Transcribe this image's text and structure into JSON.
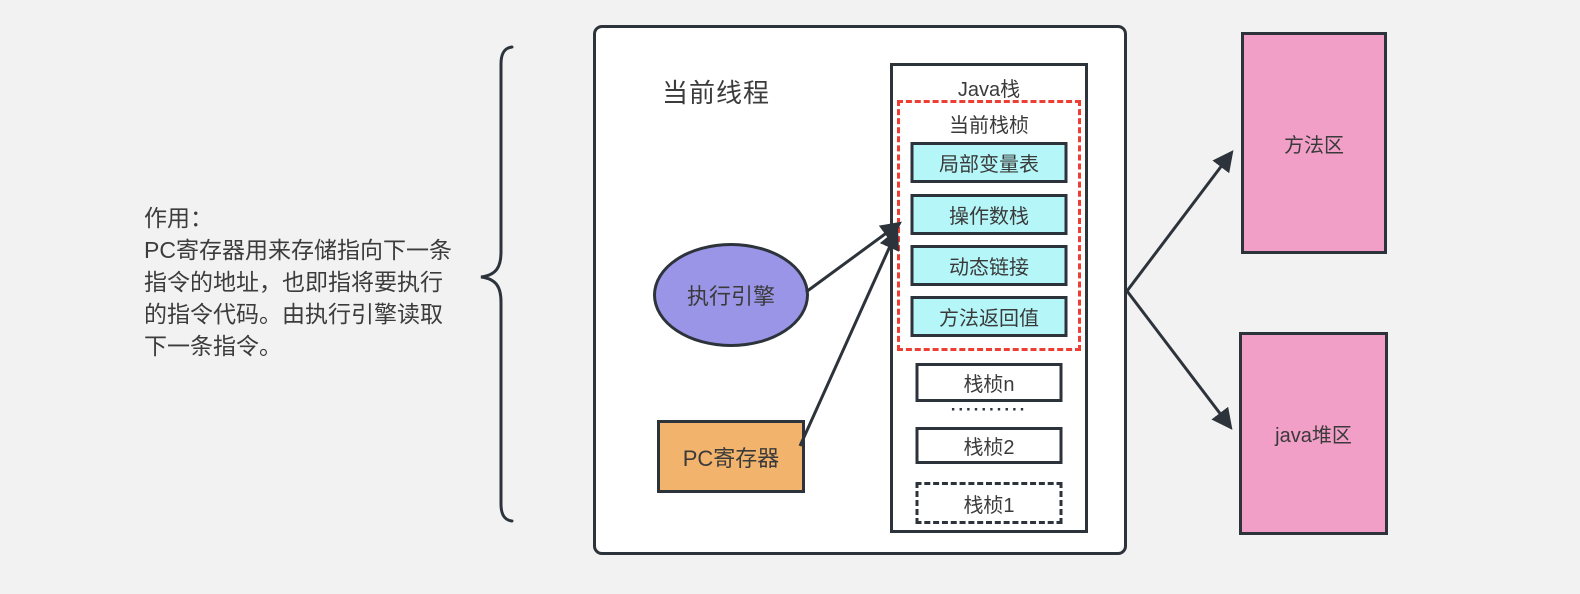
{
  "annotation": {
    "lines": [
      "作用：",
      "PC寄存器用来存储指向下一条",
      "指令的地址，也即指将要执行",
      "的指令代码。由执行引擎读取",
      "下一条指令。"
    ]
  },
  "main_box": {
    "label": "当前线程",
    "execution_engine_label": "执行引擎",
    "pc_register_label": "PC寄存器"
  },
  "java_stack": {
    "title": "Java栈",
    "current_frame": {
      "title": "当前栈桢",
      "items": [
        "局部变量表",
        "操作数栈",
        "动态链接",
        "方法返回值"
      ]
    },
    "other_frames": {
      "frame_n": "栈桢n",
      "ellipsis": "··········",
      "frame_2": "栈桢2",
      "frame_1": "栈桢1"
    }
  },
  "right_areas": {
    "method_area_label": "方法区",
    "heap_label": "java堆区"
  },
  "colors": {
    "background": "#f2f2f2",
    "stroke": "#2d333a",
    "engine_purple": "#9b95e8",
    "pc_orange": "#f2b46d",
    "area_pink": "#f19fc7",
    "frame_cyan": "#b5f6f8",
    "dashed_red": "#ee3d33",
    "text": "#3a3a3a"
  }
}
